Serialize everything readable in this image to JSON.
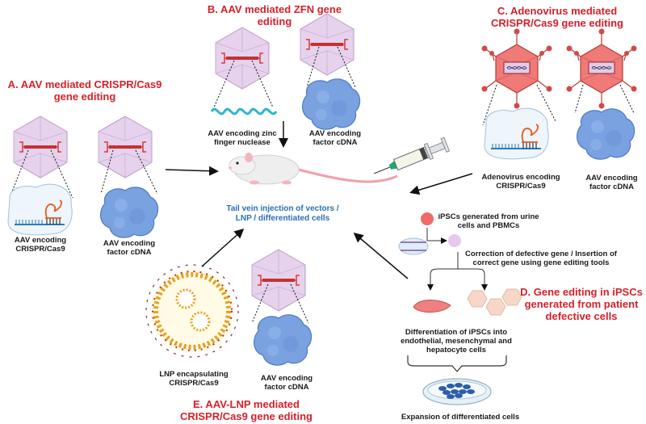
{
  "panels": {
    "a": {
      "title_line1": "A. AAV mediated CRISPR/Cas9",
      "title_line2": "gene editing",
      "left_label_line1": "AAV encoding",
      "left_label_line2": "CRISPR/Cas9",
      "right_label_line1": "AAV encoding",
      "right_label_line2": "factor cDNA"
    },
    "b": {
      "title_line1": "B. AAV mediated ZFN gene",
      "title_line2": "editing",
      "left_label_line1": "AAV encoding zinc",
      "left_label_line2": "finger nuclease",
      "right_label_line1": "AAV encoding",
      "right_label_line2": "factor cDNA"
    },
    "c": {
      "title_line1": "C. Adenovirus mediated",
      "title_line2": "CRISPR/Cas9 gene editing",
      "left_label_line1": "Adenovirus encoding",
      "left_label_line2": "CRISPR/Cas9",
      "right_label_line1": "AAV encoding",
      "right_label_line2": "factor cDNA"
    },
    "d": {
      "title_line1": "D. Gene editing in iPSCs",
      "title_line2": "generated from patient",
      "title_line3": "defective cells",
      "ipsc_line1": "iPSCs generated from urine",
      "ipsc_line2": "cells and PBMCs",
      "correction_line1": "Correction of defective gene / Insertion of",
      "correction_line2": "correct gene using gene editing tools",
      "diff_line1": "Differentiation of iPSCs into",
      "diff_line2": "endothelial, mesenchymal and",
      "diff_line3": "hepatocyte cells",
      "expansion": "Expansion of differentiated cells"
    },
    "e": {
      "title_line1": "E. AAV-LNP mediated",
      "title_line2": "CRISPR/Cas9 gene editing",
      "left_label_line1": "LNP encapsulating",
      "left_label_line2": "CRISPR/Cas9",
      "right_label_line1": "AAV encoding",
      "right_label_line2": "factor cDNA"
    }
  },
  "center": {
    "line1": "Tail vein injection of vectors /",
    "line2": "LNP / differentiated cells"
  },
  "colors": {
    "title_red": "#d6202a",
    "center_blue": "#2b6fb3",
    "aav_capsid": "#e6d2ec",
    "adenovirus": "#ef7a78",
    "protein_blue": "#7aa2e0",
    "zfn_cyan": "#2ab7c9"
  }
}
